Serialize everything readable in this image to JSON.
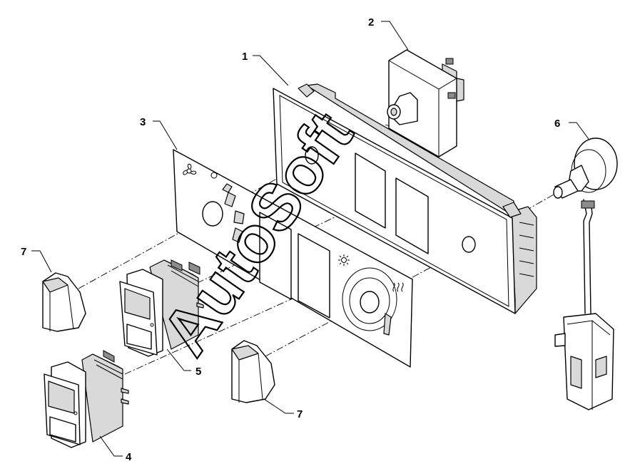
{
  "callouts": {
    "c1": "1",
    "c2": "2",
    "c3": "3",
    "c4": "4",
    "c5": "5",
    "c6": "6",
    "c7a": "7",
    "c7b": "7"
  },
  "watermark": "AutoSoft",
  "icons": {
    "fan": "fan-icon",
    "light": "sun-icon",
    "heat": "heat-waves-icon"
  }
}
